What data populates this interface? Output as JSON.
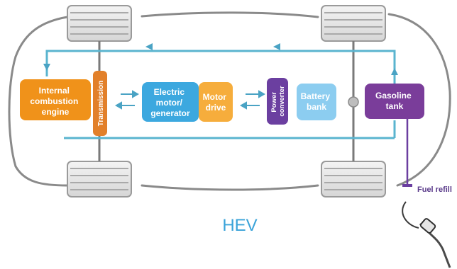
{
  "diagram": {
    "components": {
      "engine": [
        "Internal",
        "combustion",
        "engine"
      ],
      "transmission": "Transmission",
      "motor": [
        "Electric",
        "motor/",
        "generator"
      ],
      "motor_drive": [
        "Motor",
        "drive"
      ],
      "power_converter": [
        "Power",
        "converter"
      ],
      "battery": [
        "Battery",
        "bank"
      ],
      "gasoline_tank": [
        "Gasoline",
        "tank"
      ]
    },
    "fuel_refill_label": "Fuel refill",
    "caption": "HEV"
  },
  "colors": {
    "engine": "#f0921a",
    "transmission": "#e2802a",
    "motor": "#3ca8df",
    "motor_drive": "#f6ad3c",
    "power_converter": "#6b3fa0",
    "battery": "#8ccdf0",
    "gasoline_tank": "#7a3d9a",
    "line": "#5ab4cf",
    "body_outline": "#8a8a8a",
    "caption": "#3aa3d9"
  }
}
